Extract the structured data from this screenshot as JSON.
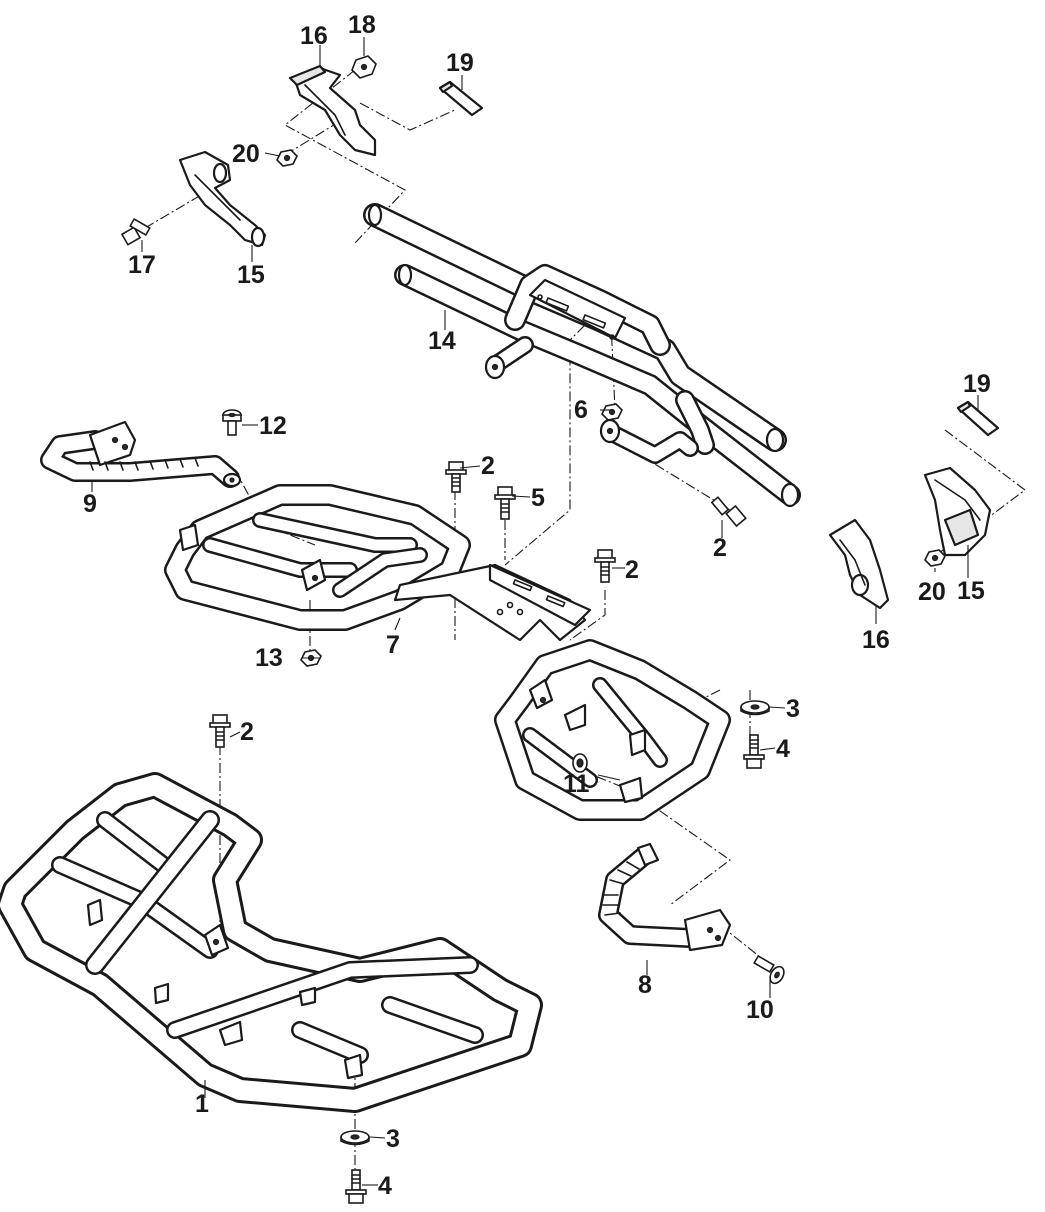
{
  "callouts": [
    {
      "id": "c1",
      "text": "1"
    },
    {
      "id": "c2a",
      "text": "2"
    },
    {
      "id": "c2b",
      "text": "2"
    },
    {
      "id": "c2c",
      "text": "2"
    },
    {
      "id": "c2d",
      "text": "2"
    },
    {
      "id": "c3a",
      "text": "3"
    },
    {
      "id": "c3b",
      "text": "3"
    },
    {
      "id": "c4a",
      "text": "4"
    },
    {
      "id": "c4b",
      "text": "4"
    },
    {
      "id": "c5",
      "text": "5"
    },
    {
      "id": "c6",
      "text": "6"
    },
    {
      "id": "c7",
      "text": "7"
    },
    {
      "id": "c8",
      "text": "8"
    },
    {
      "id": "c9",
      "text": "9"
    },
    {
      "id": "c10",
      "text": "10"
    },
    {
      "id": "c11",
      "text": "11"
    },
    {
      "id": "c12",
      "text": "12"
    },
    {
      "id": "c13",
      "text": "13"
    },
    {
      "id": "c14",
      "text": "14"
    },
    {
      "id": "c15a",
      "text": "15"
    },
    {
      "id": "c15b",
      "text": "15"
    },
    {
      "id": "c16a",
      "text": "16"
    },
    {
      "id": "c16b",
      "text": "16"
    },
    {
      "id": "c17",
      "text": "17"
    },
    {
      "id": "c18",
      "text": "18"
    },
    {
      "id": "c19a",
      "text": "19"
    },
    {
      "id": "c19b",
      "text": "19"
    },
    {
      "id": "c20a",
      "text": "20"
    },
    {
      "id": "c20b",
      "text": "20"
    }
  ],
  "colors": {
    "ink": "#1a1a1a",
    "background": "#ffffff",
    "shade": "#e6e6e6"
  }
}
